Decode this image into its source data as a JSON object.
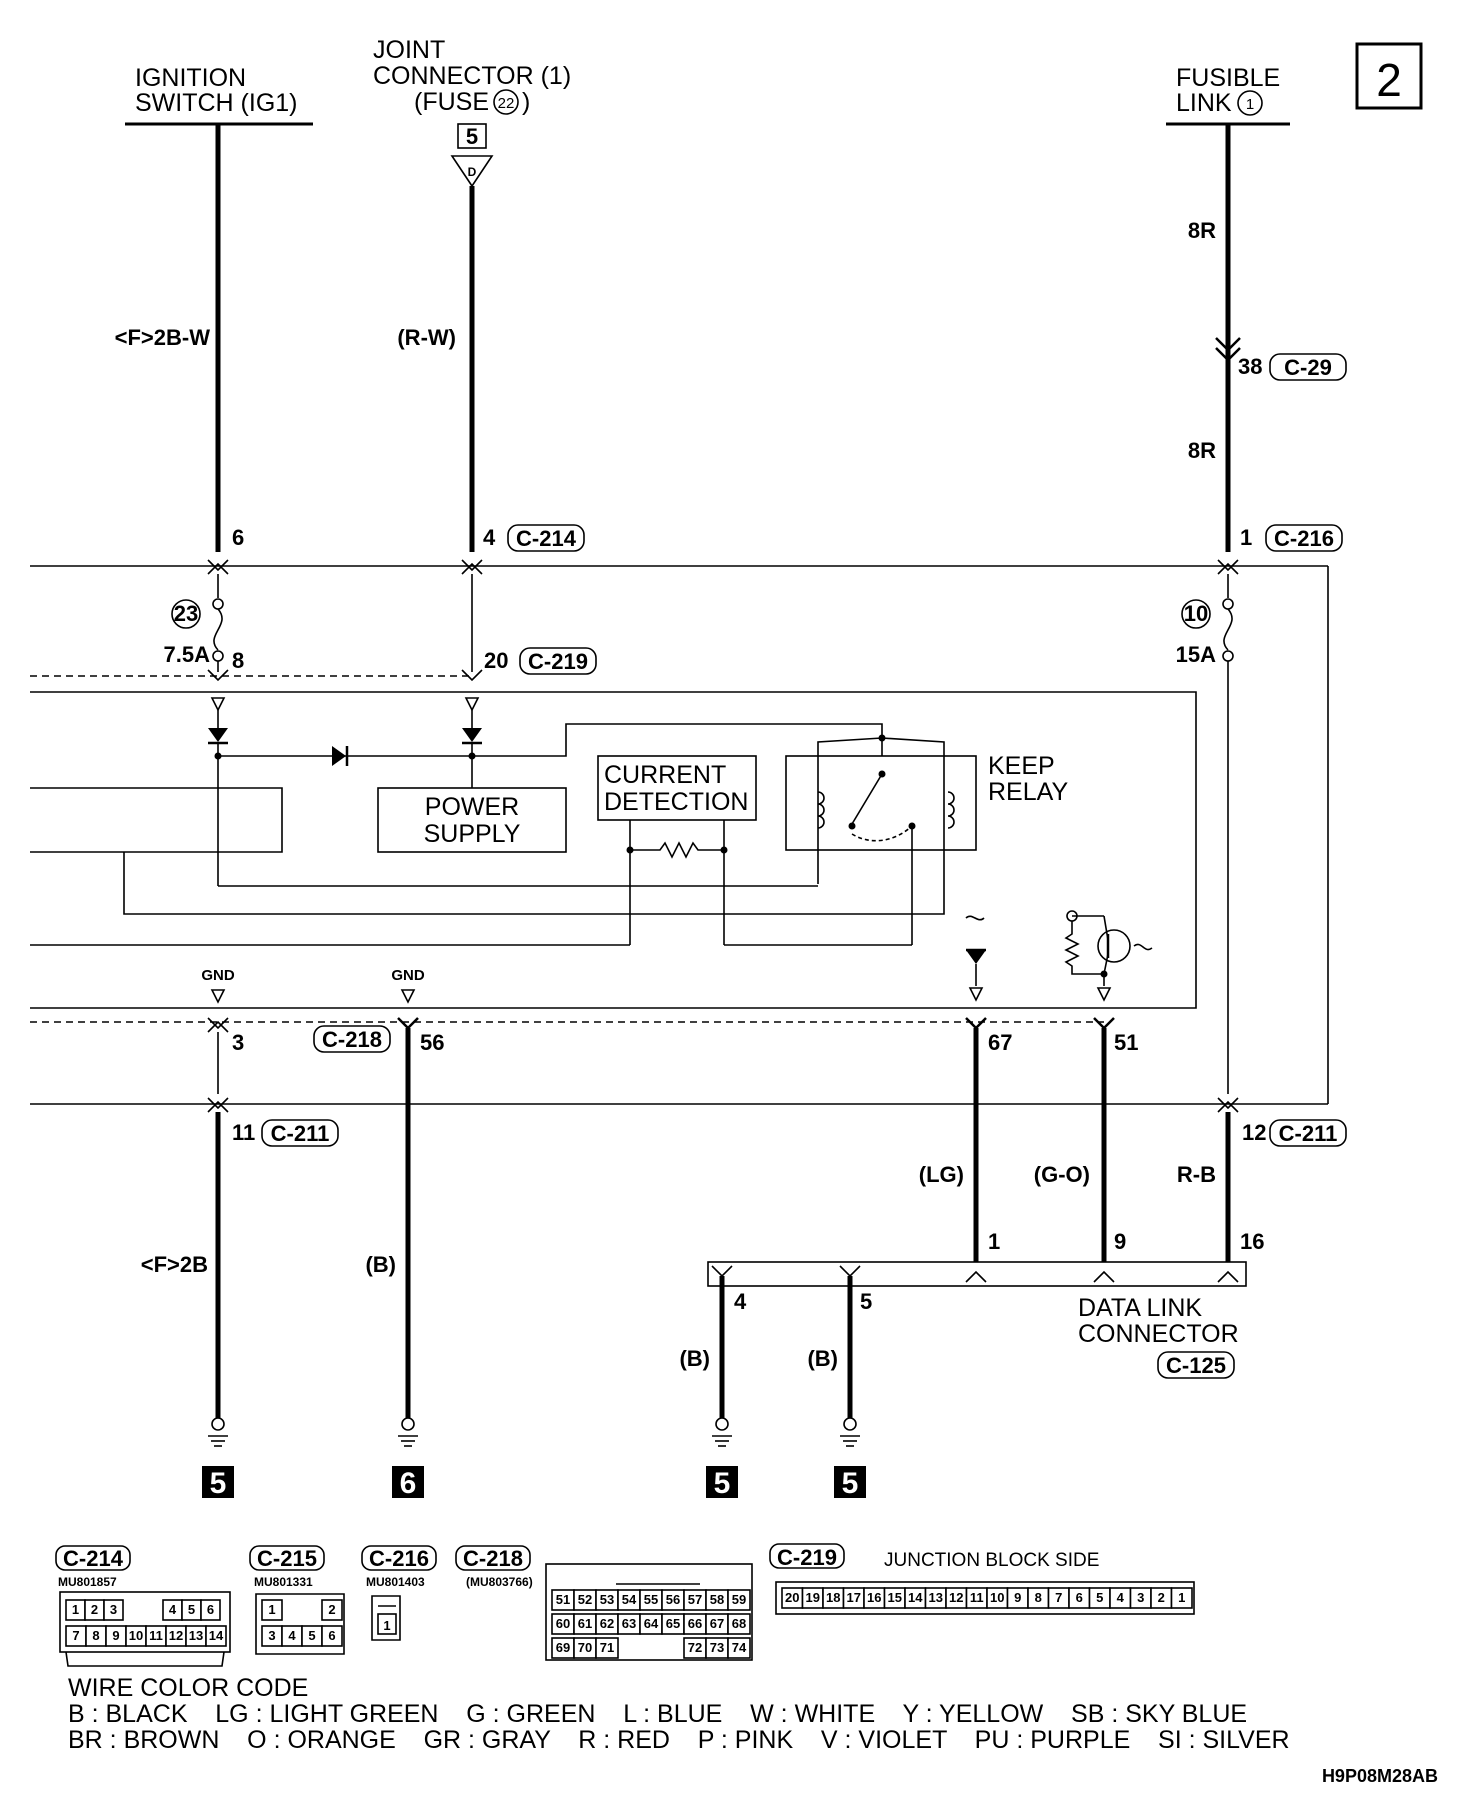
{
  "page_number": "2",
  "sources": {
    "ignition": "IGNITION\nSWITCH (IG1)",
    "joint_connector": "JOINT\nCONNECTOR (1)\n(FUSE 22)",
    "joint_connector_ref": "5",
    "fusible_link": "FUSIBLE\nLINK 1"
  },
  "wires": {
    "w1_top": "<F>2B-W",
    "w2_top": "(R-W)",
    "w3_upper": "8R",
    "w3_mid": "8R",
    "w3_lower": "R-B",
    "w1_bottom": "<F>2B",
    "w2_bottom": "(B)",
    "w67": "(LG)",
    "w51": "(G-O)",
    "dlc4": "(B)",
    "dlc5": "(B)"
  },
  "pins": {
    "c214_ign": "6",
    "c214_joint": "4",
    "c216": "1",
    "c29": "38",
    "fuse23_out": "8",
    "c219": "20",
    "gnd_in": "3",
    "c218": "56",
    "p67": "67",
    "p51": "51",
    "c211_left": "11",
    "c211_right": "12",
    "dlc_1": "1",
    "dlc_9": "9",
    "dlc_16": "16",
    "dlc_4": "4",
    "dlc_5": "5"
  },
  "connectors": {
    "c214": "C-214",
    "c216": "C-216",
    "c29": "C-29",
    "c219": "C-219",
    "c218": "C-218",
    "c211": "C-211",
    "c125": "C-125",
    "c215": "C-215"
  },
  "fuses": {
    "f23_num": "23",
    "f23_rating": "7.5A",
    "f10_num": "10",
    "f10_rating": "15A"
  },
  "blocks": {
    "power_supply": "POWER\nSUPPLY",
    "current_detection": "CURRENT\nDETECTION",
    "keep_relay": "KEEP\nRELAY",
    "gnd": "GND",
    "data_link": "DATA LINK\nCONNECTOR"
  },
  "grounds": [
    "5",
    "6",
    "5",
    "5"
  ],
  "connector_views": {
    "c214_part": "MU801857",
    "c215_part": "MU801331",
    "c216_part": "MU801403",
    "c218_part": "(MU803766)",
    "junction_block_side": "JUNCTION BLOCK SIDE",
    "c214_row1": [
      "1",
      "2",
      "3",
      "4",
      "5",
      "6"
    ],
    "c214_row2": [
      "7",
      "8",
      "9",
      "10",
      "11",
      "12",
      "13",
      "14"
    ],
    "c215_row1": [
      "1",
      "2"
    ],
    "c215_row2": [
      "3",
      "4",
      "5",
      "6"
    ],
    "c216_pin": "1",
    "c218_row1": [
      "51",
      "52",
      "53",
      "54",
      "55",
      "56",
      "57",
      "58",
      "59"
    ],
    "c218_row2": [
      "60",
      "61",
      "62",
      "63",
      "64",
      "65",
      "66",
      "67",
      "68"
    ],
    "c218_row3": [
      "69",
      "70",
      "71",
      "72",
      "73",
      "74"
    ],
    "c219_row": [
      "20",
      "19",
      "18",
      "17",
      "16",
      "15",
      "14",
      "13",
      "12",
      "11",
      "10",
      "9",
      "8",
      "7",
      "6",
      "5",
      "4",
      "3",
      "2",
      "1"
    ]
  },
  "legend": {
    "title": "WIRE COLOR CODE",
    "row1": "B : BLACK    LG : LIGHT GREEN    G : GREEN    L : BLUE    W : WHITE    Y : YELLOW    SB : SKY BLUE",
    "row2": "BR : BROWN    O : ORANGE    GR : GRAY    R : RED    P : PINK    V : VIOLET    PU : PURPLE    SI : SILVER"
  },
  "figure_code": "H9P08M28AB"
}
